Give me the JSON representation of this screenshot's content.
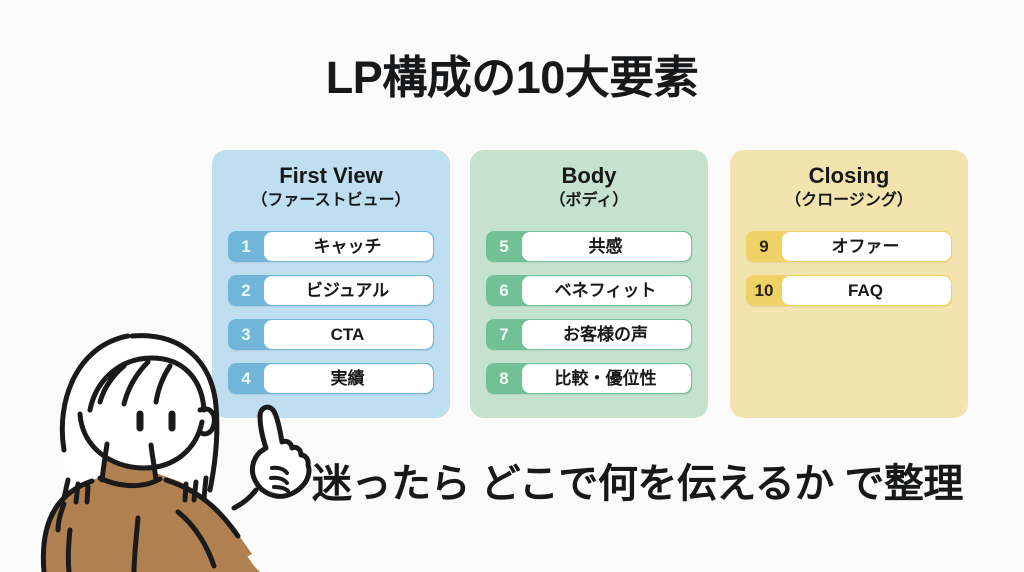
{
  "title": "LP構成の10大要素",
  "caption": "迷ったら どこで何を伝えるか で整理",
  "colors": {
    "background": "#fbfbfb",
    "text": "#17181a",
    "panel_blue_bg": "#bfdeef",
    "panel_blue_accent": "#71b6d8",
    "panel_green_bg": "#c4e2ce",
    "panel_green_accent": "#71c096",
    "panel_yellow_bg": "#f3e3ae",
    "panel_yellow_accent": "#eed265",
    "row_label_bg": "#ffffff",
    "sweater_brown": "#b08050",
    "line_art": "#1a1a1a"
  },
  "panels": [
    {
      "title": "First View",
      "subtitle": "（ファーストビュー）",
      "color_key": "blue",
      "items": [
        {
          "num": "1",
          "label": "キャッチ"
        },
        {
          "num": "2",
          "label": "ビジュアル"
        },
        {
          "num": "3",
          "label": "CTA"
        },
        {
          "num": "4",
          "label": "実績"
        }
      ]
    },
    {
      "title": "Body",
      "subtitle": "（ボディ）",
      "color_key": "green",
      "items": [
        {
          "num": "5",
          "label": "共感"
        },
        {
          "num": "6",
          "label": "ベネフィット"
        },
        {
          "num": "7",
          "label": "お客様の声"
        },
        {
          "num": "8",
          "label": "比較・優位性"
        }
      ]
    },
    {
      "title": "Closing",
      "subtitle": "（クロージング）",
      "color_key": "yellow",
      "items": [
        {
          "num": "9",
          "label": "オファー"
        },
        {
          "num": "10",
          "label": "FAQ"
        }
      ]
    }
  ],
  "illustration": {
    "name": "woman-pointing-up-illustration",
    "description": "line-art woman with long hair wearing a brown turtleneck sweater, pointing upward with index finger"
  }
}
